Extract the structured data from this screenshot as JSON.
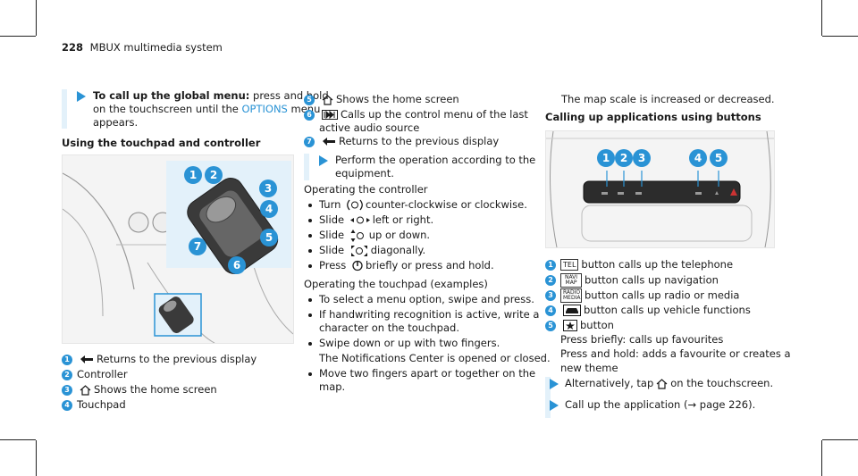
{
  "page": {
    "number": "228",
    "section": "MBUX multimedia system"
  },
  "left": {
    "step_bold": "To call up the global menu:",
    "step_line1": " press and hold",
    "step_line2_a": "on the touchscreen until the ",
    "step_line2_options": "OPTIONS",
    "step_line2_b": " menu",
    "step_line3": "appears.",
    "heading": "Using the touchpad and controller",
    "legend": [
      {
        "num": "1",
        "text": "Returns to the previous display"
      },
      {
        "num": "2",
        "text": "Controller"
      },
      {
        "num": "3",
        "text": "Shows the home screen"
      },
      {
        "num": "4",
        "text": "Touchpad"
      }
    ]
  },
  "middle": {
    "legend": [
      {
        "num": "5",
        "text": "Shows the home screen"
      },
      {
        "num": "6",
        "text": "Calls up the control menu of the last"
      },
      {
        "num": "",
        "text": "active audio source"
      },
      {
        "num": "7",
        "text": "Returns to the previous display"
      }
    ],
    "step_line1": "Perform the operation according to the",
    "step_line2": "equipment.",
    "controller_heading": "Operating the controller",
    "controller_items": [
      {
        "pre": "Turn",
        "post": "counter-clockwise or clockwise."
      },
      {
        "pre": "Slide",
        "post": "left or right."
      },
      {
        "pre": "Slide",
        "post": "up or down."
      },
      {
        "pre": "Slide",
        "post": "diagonally."
      },
      {
        "pre": "Press",
        "post": "briefly or press and hold."
      }
    ],
    "touchpad_heading": "Operating the touchpad (examples)",
    "touchpad_items": [
      "To select a menu option, swipe and press.",
      "If handwriting recognition is active, write a",
      "character on the touchpad.",
      "Swipe down or up with two fingers.",
      "The Notifications Center is opened or closed.",
      "Move two fingers apart or together on the",
      "map."
    ]
  },
  "right": {
    "line1": "The map scale is increased or decreased.",
    "heading": "Calling up applications using buttons",
    "key_tel": "TEL",
    "key_navi": "NAVI MAP",
    "key_radio": "RADIO MEDIA",
    "legend": [
      {
        "num": "1",
        "text": "button calls up the telephone"
      },
      {
        "num": "2",
        "text": "button calls up navigation"
      },
      {
        "num": "3",
        "text": "button calls up radio or media"
      },
      {
        "num": "4",
        "text": "button calls up vehicle functions"
      },
      {
        "num": "5",
        "text": "button"
      }
    ],
    "fav1": "Press briefly: calls up favourites",
    "fav2": "Press and hold: adds a favourite or creates a",
    "fav3": "new theme",
    "alt_a": "Alternatively, tap",
    "alt_b": "on the touchscreen.",
    "call_a": "Call up the application (",
    "call_arrow": "→",
    "call_b": " page 226)."
  }
}
